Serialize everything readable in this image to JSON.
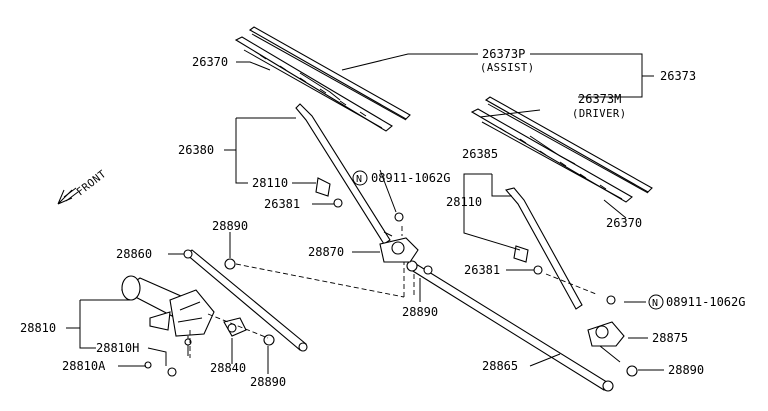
{
  "labels": {
    "p26373p": "26373P",
    "assist": "(ASSIST)",
    "p26373": "26373",
    "p26373m": "26373M",
    "driver": "(DRIVER)",
    "p26370_top": "26370",
    "p26370_right": "26370",
    "p26380": "26380",
    "p28110_left": "28110",
    "p26381_left": "26381",
    "n_circle_1": "N",
    "bolt1": "08911-1062G",
    "p26385": "26385",
    "p28110_right": "28110",
    "p26381_right": "26381",
    "p28890_upper": "28890",
    "p28860": "28860",
    "p28870": "28870",
    "p28890_mid": "28890",
    "n_circle_2": "N",
    "bolt2": "08911-1062G",
    "p28875": "28875",
    "p28810": "28810",
    "p28810h": "28810H",
    "p28810a": "28810A",
    "p28840": "28840",
    "p28890_low": "28890",
    "p28865": "28865",
    "p28890_right": "28890",
    "front": "FRONT"
  }
}
